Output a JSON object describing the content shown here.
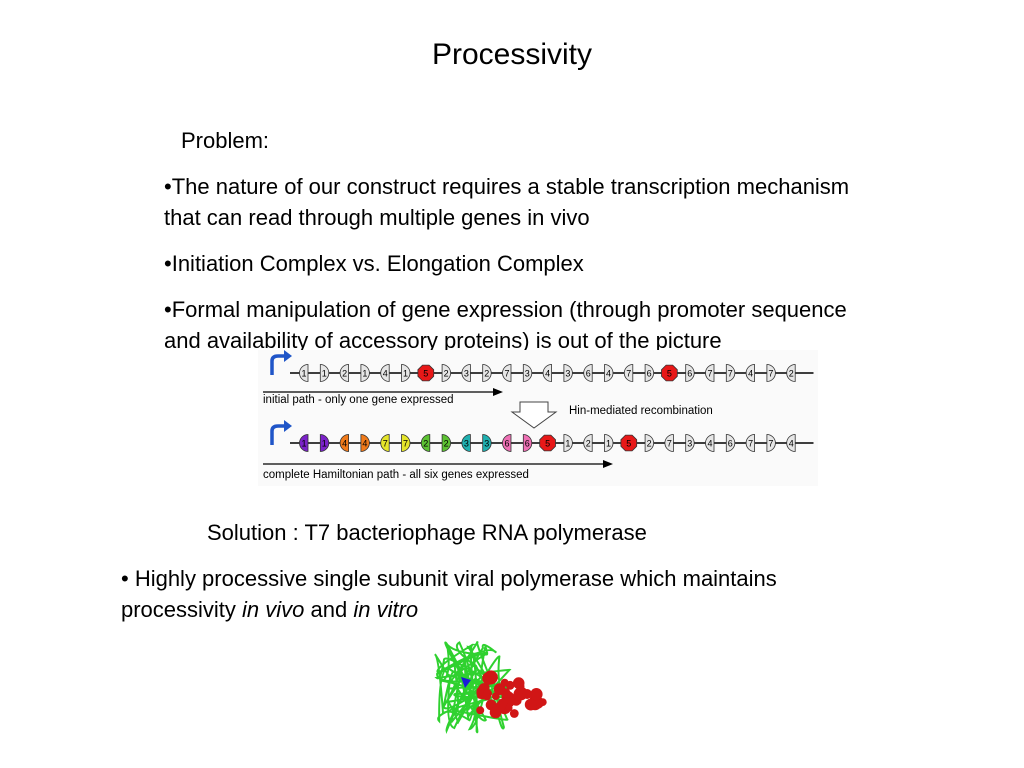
{
  "title": "Processivity",
  "problem_label": "Problem:",
  "bullets": [
    "•The nature of our construct requires a stable transcription mechanism that can read through multiple genes in vivo",
    "•Initiation Complex vs. Elongation Complex",
    "•Formal manipulation of gene expression (through promoter sequence and availability of accessory proteins) is out of the picture"
  ],
  "diagram": {
    "row1_caption": "initial path - only one gene expressed",
    "row2_caption": "complete Hamiltonian path - all six genes expressed",
    "recombination_label": "Hin-mediated recombination",
    "row1_labels": [
      "1",
      "1",
      "2",
      "1",
      "4",
      "1",
      "5",
      "2",
      "3",
      "2",
      "7",
      "3",
      "4",
      "3",
      "6",
      "4",
      "7",
      "6",
      "5",
      "6",
      "7",
      "7",
      "4",
      "7",
      "2"
    ],
    "row2_labels": [
      "1",
      "1",
      "4",
      "4",
      "7",
      "7",
      "2",
      "2",
      "3",
      "3",
      "6",
      "6",
      "5",
      "1",
      "2",
      "1",
      "5",
      "2",
      "7",
      "3",
      "4",
      "6",
      "7",
      "7",
      "4"
    ],
    "gene_colors": {
      "1": "#7b22c9",
      "4": "#f07a1a",
      "7": "#e5e52a",
      "2": "#5cc232",
      "3": "#1fb0b0",
      "6": "#ee6fb4",
      "5": "#e81818",
      "grey": "#e6e6e6"
    }
  },
  "solution": "Solution : T7 bacteriophage RNA polymerase",
  "highly_processive": {
    "part1": "• Highly processive single subunit viral polymerase which maintains processivity ",
    "in_vivo": "in vivo",
    "and": " and ",
    "in_vitro": "in vitro"
  },
  "protein_colors": {
    "green": "#2fd12f",
    "red": "#d11616",
    "blue": "#1a1ad8"
  }
}
